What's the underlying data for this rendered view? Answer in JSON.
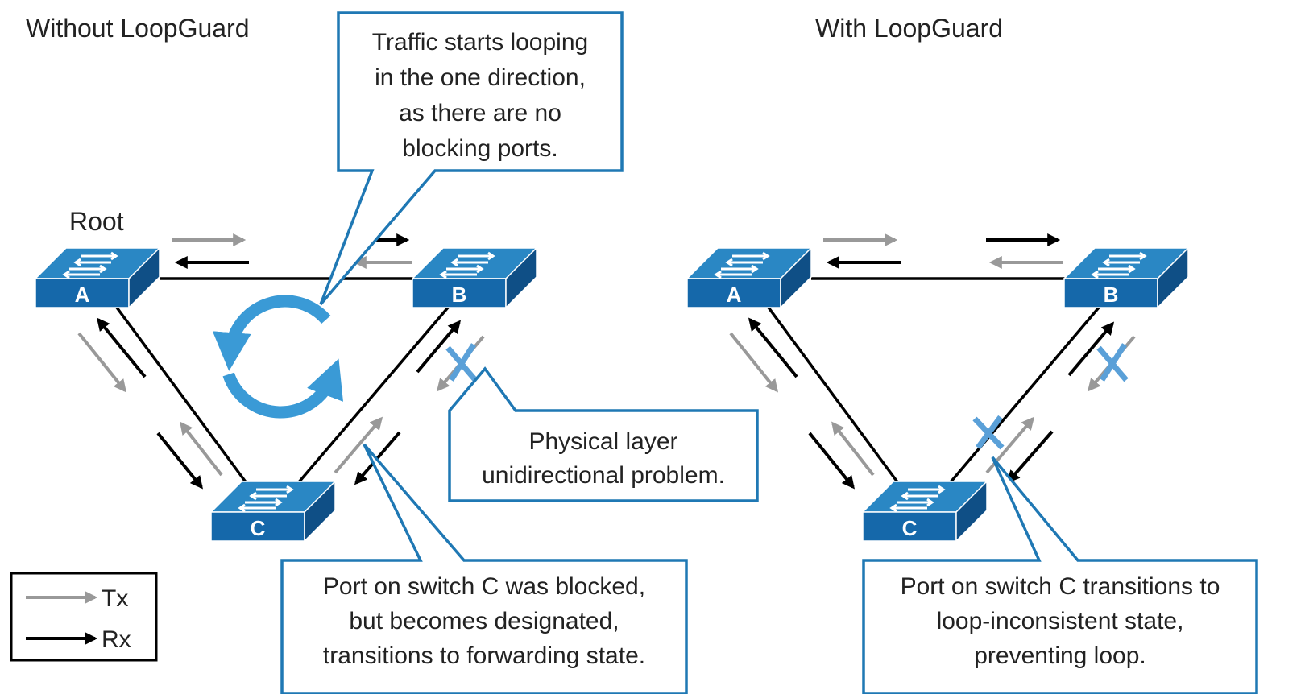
{
  "colors": {
    "switch_top": "#2a87c4",
    "switch_front": "#1568aa",
    "switch_side": "#0f4f86",
    "callout_border": "#1f78b4",
    "loop_arrow": "#3a9ad6",
    "x_mark": "#5aa0d8",
    "tx_arrow": "#999999",
    "rx_arrow": "#000000"
  },
  "left_panel": {
    "title": "Without LoopGuard",
    "root_label": "Root",
    "switches": {
      "a": "A",
      "b": "B",
      "c": "C"
    },
    "callout_loop": [
      "Traffic starts looping",
      "in the one direction,",
      "as there are no",
      "blocking ports."
    ],
    "callout_physical": [
      "Physical layer",
      "unidirectional problem."
    ],
    "callout_port": [
      "Port on switch C was blocked,",
      "but becomes designated,",
      "transitions to forwarding state."
    ]
  },
  "right_panel": {
    "title": "With LoopGuard",
    "switches": {
      "a": "A",
      "b": "B",
      "c": "C"
    },
    "callout_port": [
      "Port on switch C transitions to",
      "loop-inconsistent state,",
      "preventing loop."
    ]
  },
  "legend": {
    "tx_label": "Tx",
    "rx_label": "Rx"
  }
}
